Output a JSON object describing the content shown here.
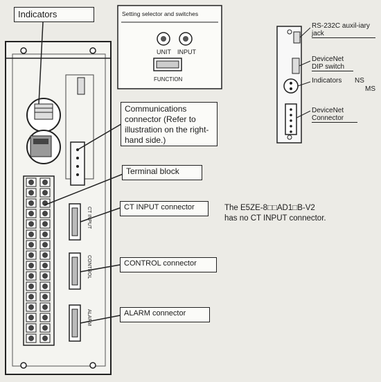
{
  "callouts": {
    "indicators": "Indicators",
    "setting_panel_title": "Setting selector and switches",
    "unit": "UNIT",
    "input": "INPUT",
    "function": "FUNCTION",
    "communications": "Communications connector (Refer to illustration on the right-hand side.)",
    "terminal_block": "Terminal block",
    "ct_input_connector": "CT INPUT connector",
    "control_connector": "CONTROL connector",
    "alarm_connector": "ALARM connector"
  },
  "device_labels": {
    "ct_input": "CT INPUT",
    "control": "CONTROL",
    "alarm": "ALARM"
  },
  "right_side": {
    "rs232c": "RS-232C auxil-iary jack",
    "devicenet_dip": "DeviceNet DIP switch",
    "indicators": "Indicators",
    "ns": "NS",
    "ms": "MS",
    "devicenet_connector": "DeviceNet Connector"
  },
  "note": {
    "line1": "The E5ZE-8□□AD1□B-V2",
    "line2": "has no CT INPUT connector."
  }
}
